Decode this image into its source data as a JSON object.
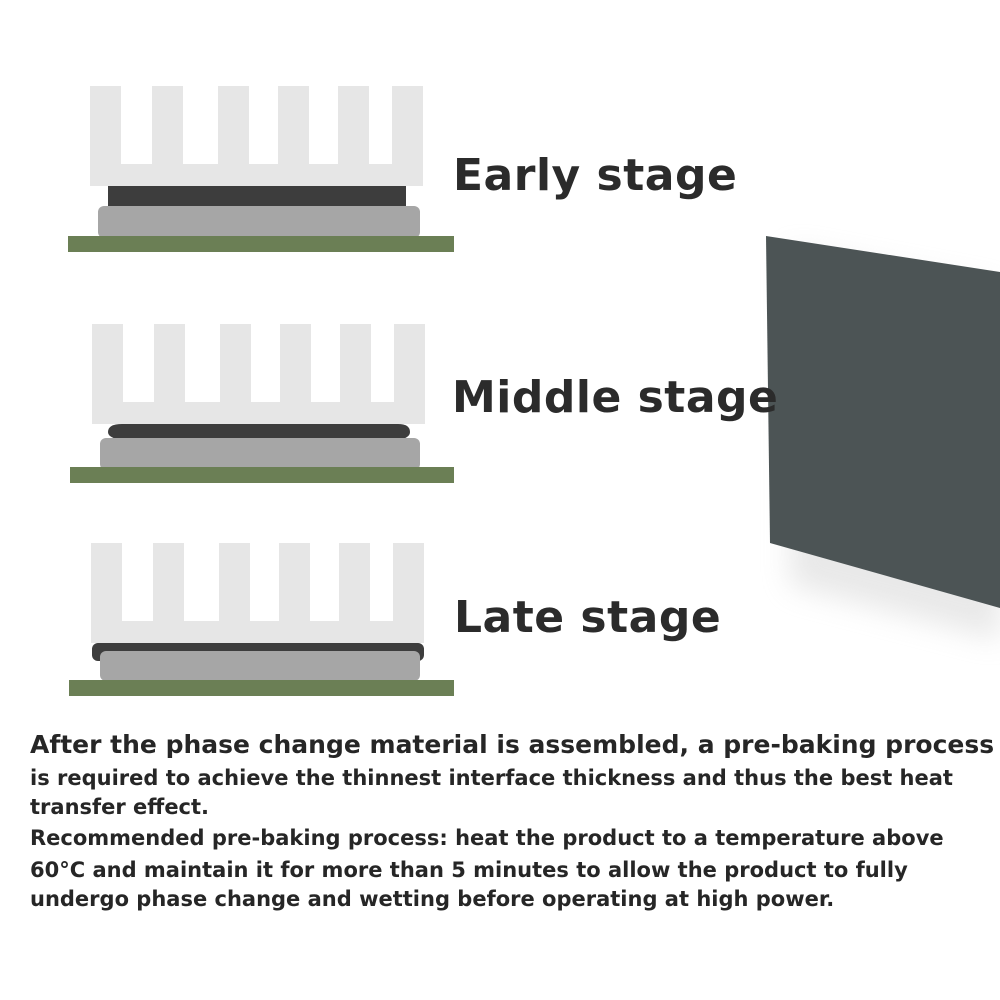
{
  "stages": [
    {
      "label": "Early stage"
    },
    {
      "label": "Middle stage"
    },
    {
      "label": "Late stage"
    }
  ],
  "description": {
    "line1": "After the phase change material is assembled, a pre-baking process",
    "line2": "is required to achieve the thinnest interface thickness and thus the best heat",
    "line3": "transfer effect.",
    "line4": "Recommended pre-baking process: heat the product to a temperature  above",
    "line5": "60°C and maintain it for more than 5 minutes to allow the product to fully",
    "line6": "undergo phase change and wetting before operating at high power."
  },
  "colors": {
    "heatsink": "#e6e6e6",
    "pcm": "#3d3d3d",
    "chip": "#a6a6a6",
    "pcb": "#6b7f55",
    "pad": "#4c5455"
  }
}
